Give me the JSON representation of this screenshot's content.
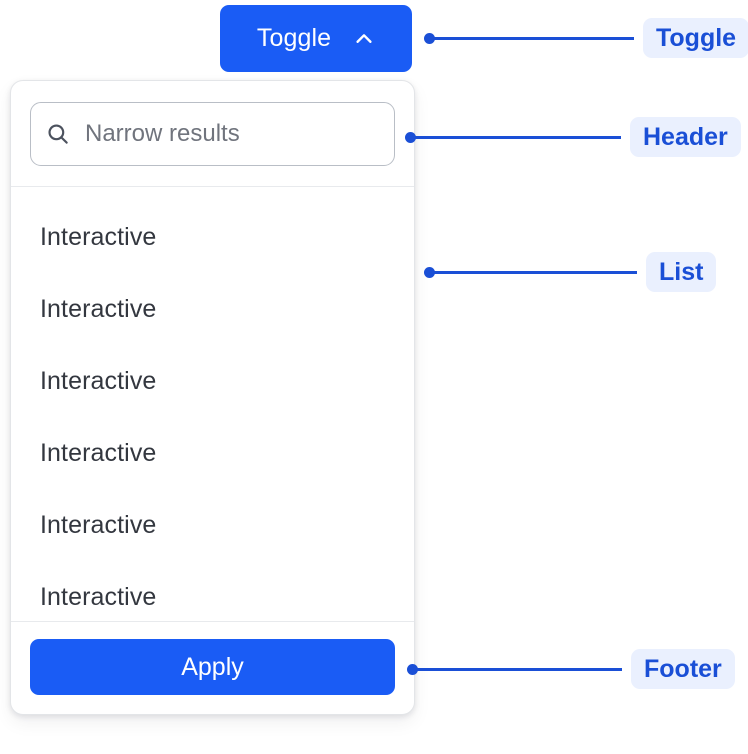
{
  "toggle": {
    "label": "Toggle",
    "icon": "chevron-up-icon",
    "background_color": "#1a5cf5",
    "text_color": "#ffffff"
  },
  "panel": {
    "header": {
      "search": {
        "icon": "search-icon",
        "placeholder": "Narrow results",
        "value": ""
      }
    },
    "list": {
      "items": [
        {
          "label": "Interactive"
        },
        {
          "label": "Interactive"
        },
        {
          "label": "Interactive"
        },
        {
          "label": "Interactive"
        },
        {
          "label": "Interactive"
        },
        {
          "label": "Interactive"
        }
      ]
    },
    "footer": {
      "apply_label": "Apply",
      "apply_background": "#1a5cf5"
    }
  },
  "annotations": [
    {
      "label": "Toggle",
      "accent": "#1a4fd6",
      "pill_background": "#eaf0fe"
    },
    {
      "label": "Header",
      "accent": "#1a4fd6",
      "pill_background": "#eaf0fe"
    },
    {
      "label": "List",
      "accent": "#1a4fd6",
      "pill_background": "#eaf0fe"
    },
    {
      "label": "Footer",
      "accent": "#1a4fd6",
      "pill_background": "#eaf0fe"
    }
  ]
}
